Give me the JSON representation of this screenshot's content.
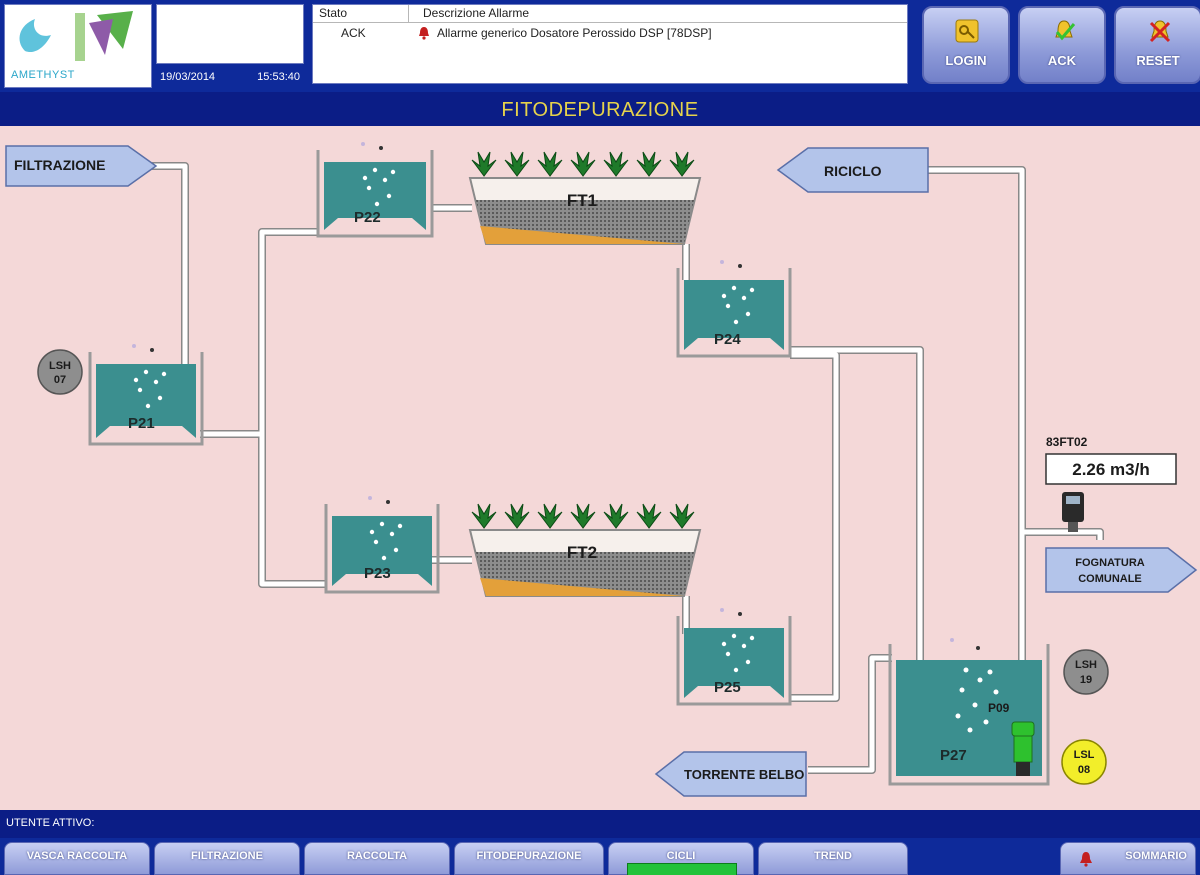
{
  "header": {
    "logo_text": "AMETHYST",
    "date": "19/03/2014",
    "time": "15:53:40",
    "alarm_table": {
      "col_state": "Stato",
      "col_desc": "Descrizione Allarme",
      "rows": [
        {
          "state": "ACK",
          "desc": "Allarme generico Dosatore Perossido DSP [78DSP]"
        }
      ]
    },
    "buttons": {
      "login": "LOGIN",
      "ack": "ACK",
      "reset": "RESET"
    }
  },
  "title": "FITODEPURAZIONE",
  "diagram": {
    "arrows": {
      "filtrazione": "FILTRAZIONE",
      "riciclo": "RICICLO",
      "fognatura_l1": "FOGNATURA",
      "fognatura_l2": "COMUNALE",
      "torrente": "TORRENTE BELBO"
    },
    "tanks": {
      "p21": "P21",
      "p22": "P22",
      "p23": "P23",
      "p24": "P24",
      "p25": "P25",
      "p27": "P27"
    },
    "beds": {
      "ft1": "FT1",
      "ft2": "FT2"
    },
    "pump": "P09",
    "sensors": {
      "lsh07_a": "LSH",
      "lsh07_b": "07",
      "lsh19_a": "LSH",
      "lsh19_b": "19",
      "lsl08_a": "LSL",
      "lsl08_b": "08"
    },
    "flow_tag": "83FT02",
    "flow_value": "2.26 m3/h"
  },
  "footer": {
    "user_label": "UTENTE ATTIVO:",
    "tabs": [
      "VASCA RACCOLTA",
      "FILTRAZIONE",
      "RACCOLTA",
      "FITODEPURAZIONE",
      "CICLI",
      "TREND",
      "SOMMARIO"
    ]
  },
  "colors": {
    "background": "#f4d8d8",
    "water": "#3b8f8f",
    "header_blue": "#0b1d86",
    "title_yellow": "#e6d34b",
    "sensor_grey": "#8e8e8e",
    "sensor_yellow": "#f2ee2a",
    "pump_green": "#2ec12e"
  }
}
